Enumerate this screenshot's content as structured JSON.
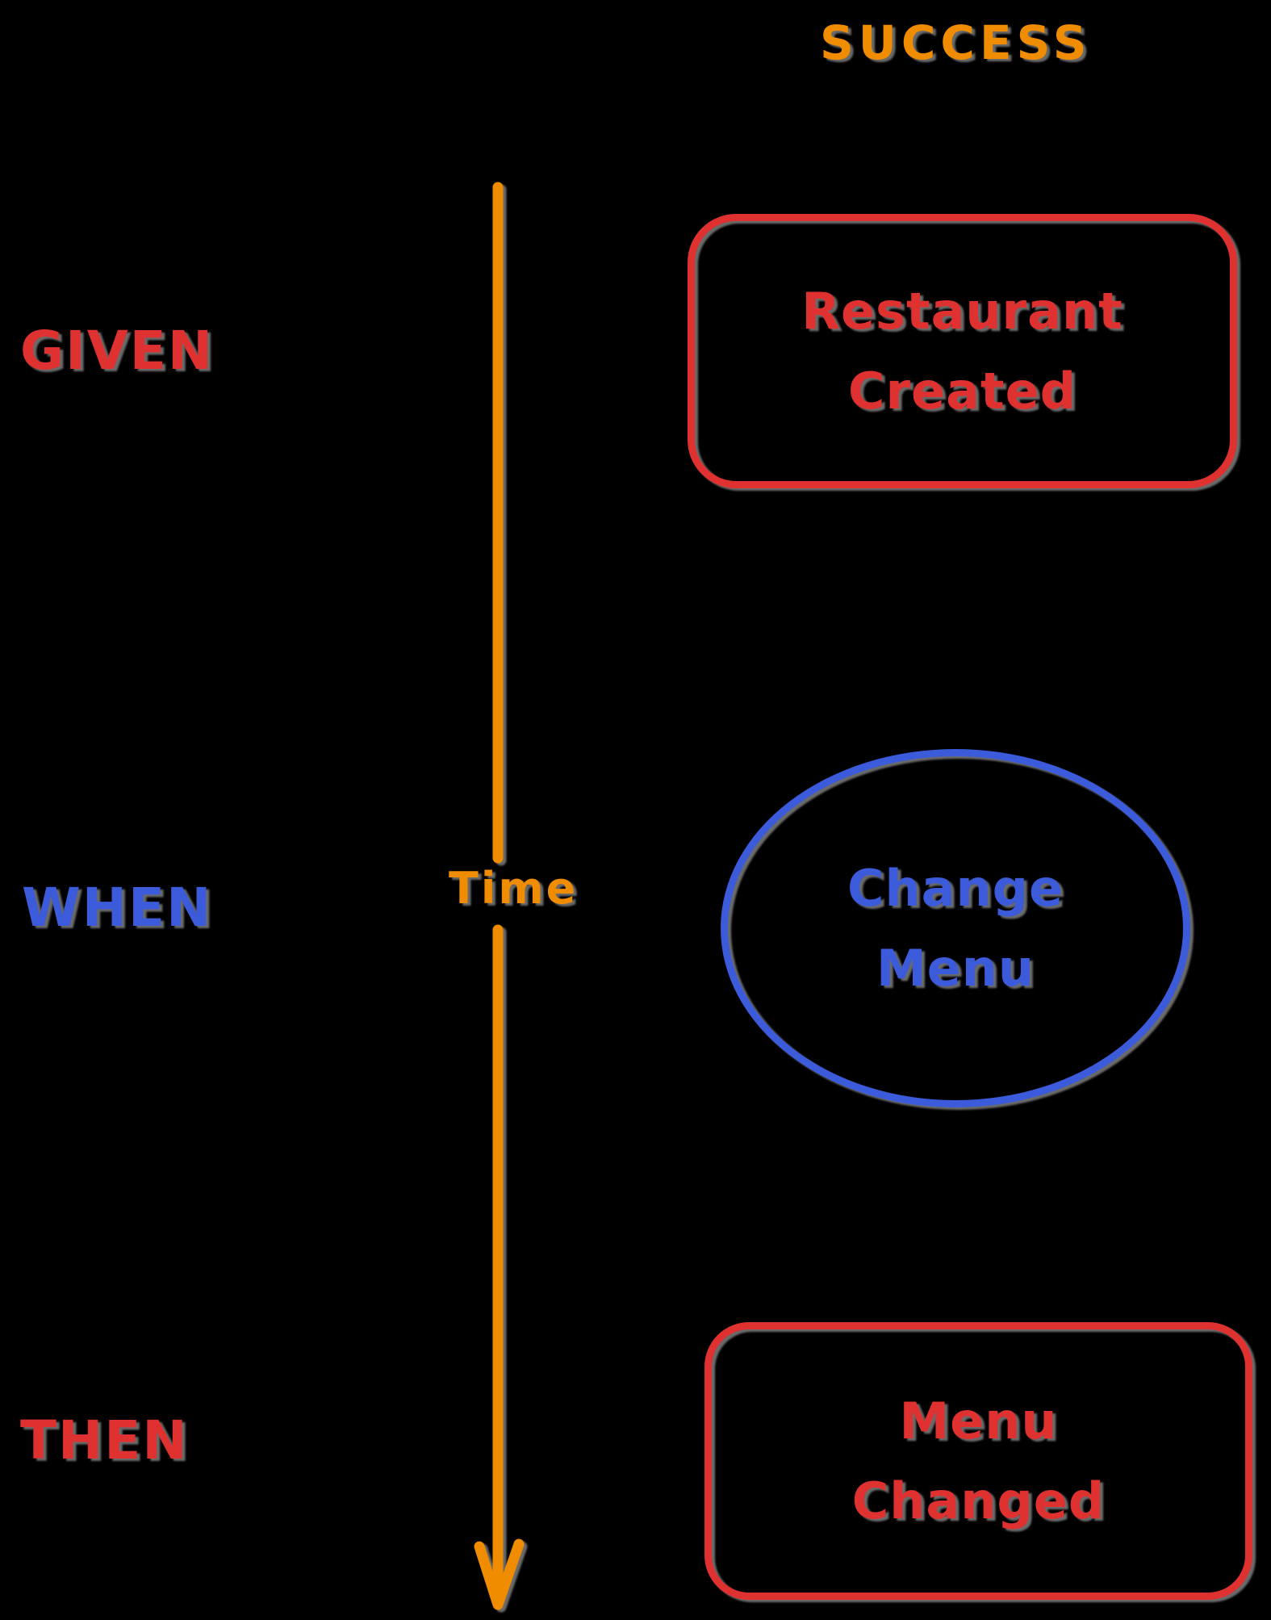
{
  "title": "SUCCESS",
  "row_labels": {
    "given": "GIVEN",
    "when": "WHEN",
    "then": "THEN"
  },
  "timeline": {
    "label": "Time",
    "direction": "down"
  },
  "nodes": {
    "given_event": {
      "label": "Restaurant Created",
      "shape": "rounded-rectangle"
    },
    "when_command": {
      "label": "Change Menu",
      "shape": "ellipse"
    },
    "then_event": {
      "label": "Menu Changed",
      "shape": "rounded-rectangle"
    }
  },
  "colors": {
    "accent_orange": "#f08c00",
    "event_red": "#e03131",
    "command_blue": "#3b5bdb",
    "background": "#000000"
  }
}
